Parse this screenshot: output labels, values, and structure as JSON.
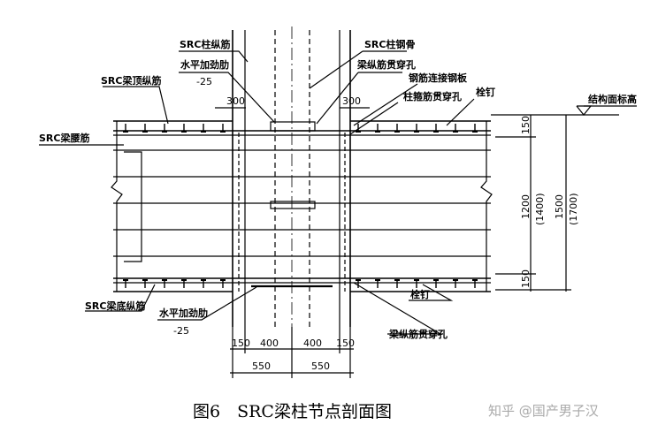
{
  "labels": {
    "src_column_rebar": "SRC柱纵筋",
    "src_column_steel": "SRC柱钢骨",
    "horizontal_stiffener_top": "水平加劲肋",
    "stiffener_top_thickness": "-25",
    "beam_rebar_hole_top": "梁纵筋贯穿孔",
    "rebar_connection_plate": "钢筋连接钢板",
    "column_stirrup_hole": "柱箍筋贯穿孔",
    "stud_top": "栓钉",
    "structure_surface_elevation": "结构面标高",
    "src_beam_top_rebar": "SRC梁顶纵筋",
    "src_beam_waist_rebar": "SRC梁腰筋",
    "src_beam_bottom_rebar": "SRC梁底纵筋",
    "horizontal_stiffener_bottom": "水平加劲肋",
    "stiffener_bottom_thickness": "-25",
    "stud_bottom": "栓钉",
    "beam_rebar_hole_bottom": "梁纵筋贯穿孔"
  },
  "dimensions": {
    "top_left_300": "300",
    "top_right_300": "300",
    "right_150_top": "150",
    "right_1200": "1200",
    "right_1400": "(1400)",
    "right_1500": "1500",
    "right_1700": "(1700)",
    "right_150_bottom": "150",
    "bottom_150_left": "150",
    "bottom_400_left": "400",
    "bottom_400_right": "400",
    "bottom_150_right": "150",
    "bottom_550_left": "550",
    "bottom_550_right": "550"
  },
  "caption": "图6　SRC梁柱节点剖面图",
  "watermark": "知乎 @国产男子汉"
}
